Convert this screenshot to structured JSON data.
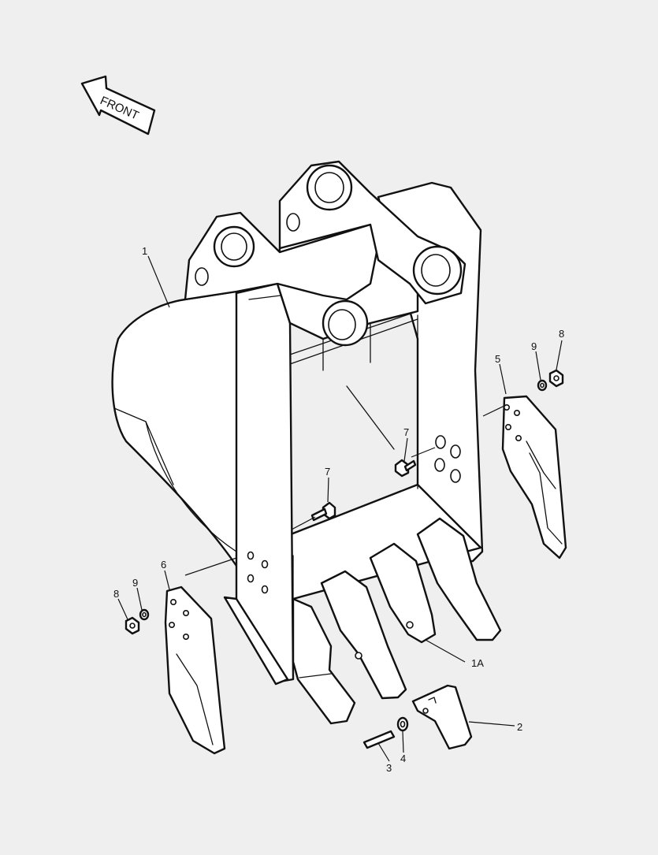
{
  "arrow_text": "FRONT",
  "callouts": {
    "bucket": "1",
    "bucket_teeth": "1A",
    "tooth_point": "2",
    "tooth_pin": "3",
    "pin_washer": "4",
    "side_cutter_right": "5",
    "side_cutter_left": "6",
    "bolt_right": "7",
    "bolt_left": "7",
    "nut_right": "8",
    "washer_right": "9",
    "nut_left": "8",
    "washer_left": "9"
  },
  "colors": {
    "background": "#efefef",
    "line": "#111111",
    "fill": "#ffffff"
  }
}
